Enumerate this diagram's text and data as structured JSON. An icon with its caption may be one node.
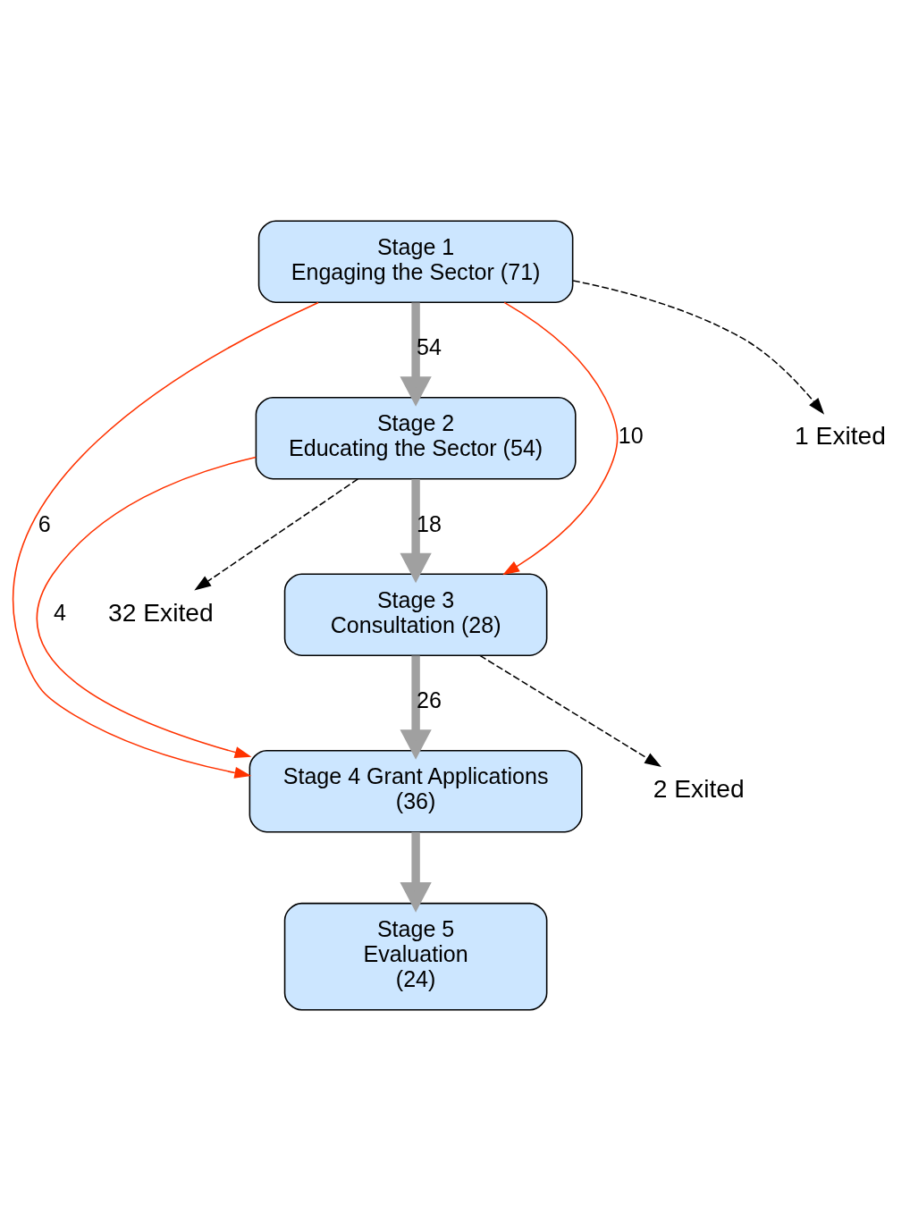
{
  "diagram": {
    "nodes": [
      {
        "text": [
          "Stage 1",
          "Engaging the Sector (71)"
        ]
      },
      {
        "text": [
          "Stage 2",
          "Educating the Sector (54)"
        ]
      },
      {
        "text": [
          "Stage 3",
          "Consultation (28)"
        ]
      },
      {
        "text": [
          "Stage 4 Grant Applications",
          "(36)"
        ]
      },
      {
        "text": [
          "Stage 5",
          "Evaluation",
          "(24)"
        ]
      },
      {
        "text": [
          "1 Exited"
        ]
      },
      {
        "text": [
          "32 Exited"
        ]
      },
      {
        "text": [
          "2 Exited"
        ]
      }
    ],
    "edges": [
      {
        "from": 0,
        "to": 1,
        "arrow": "to",
        "label": "54",
        "style": "thick"
      },
      {
        "from": 1,
        "to": 2,
        "arrow": "to",
        "label": "18",
        "style": "thick"
      },
      {
        "from": 2,
        "to": 3,
        "arrow": "to",
        "label": "26",
        "style": "thick"
      },
      {
        "from": 3,
        "to": 4,
        "arrow": "to",
        "style": "thick"
      },
      {
        "from": 0,
        "to": 5,
        "arrow": "to",
        "style": "dashed",
        "color": "#000000"
      },
      {
        "from": 1,
        "to": 6,
        "arrow": "to",
        "style": "dashed",
        "color": "#000000"
      },
      {
        "from": 2,
        "to": 7,
        "arrow": "to",
        "style": "dashed",
        "color": "#000000"
      },
      {
        "from": 0,
        "to": 2,
        "arrow": "to",
        "label": "10",
        "color": "#ff3300"
      },
      {
        "from": 1,
        "to": 3,
        "arrow": "to",
        "label": "4",
        "color": "#ff3300"
      },
      {
        "from": 0,
        "to": 3,
        "arrow": "to",
        "label": "6",
        "color": "#ff3300"
      }
    ]
  }
}
